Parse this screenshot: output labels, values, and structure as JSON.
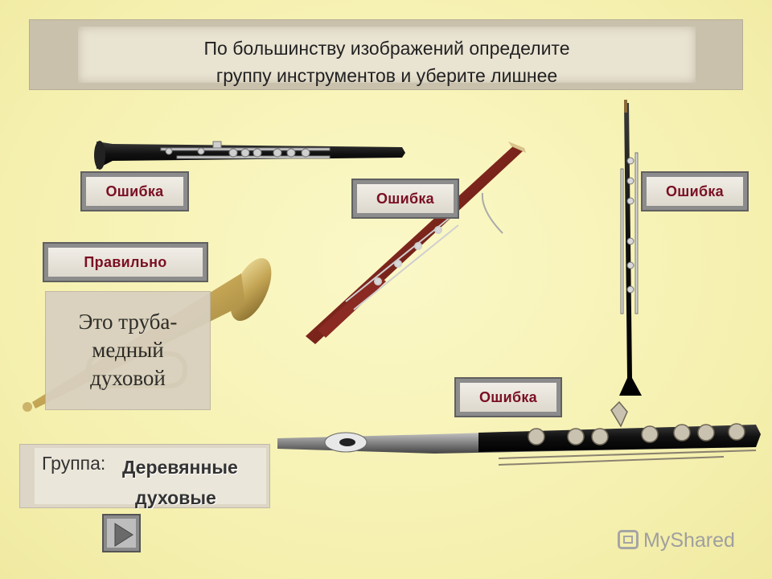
{
  "title": {
    "line1": "По большинству изображений определите",
    "line2": "группу инструментов и уберите лишнее"
  },
  "buttons": {
    "error_label": "Ошибка",
    "correct_label": "Правильно"
  },
  "note": {
    "line1": "Это труба-",
    "line2": "медный",
    "line3": "духовой"
  },
  "group": {
    "label": "Группа:",
    "value_line1": "Деревянные",
    "value_line2": "духовые"
  },
  "nav": {
    "icon": "play-arrow-icon"
  },
  "watermark": {
    "text": "MyShared"
  },
  "colors": {
    "background": "#f7f3b4",
    "button_text": "#7a0f22"
  }
}
